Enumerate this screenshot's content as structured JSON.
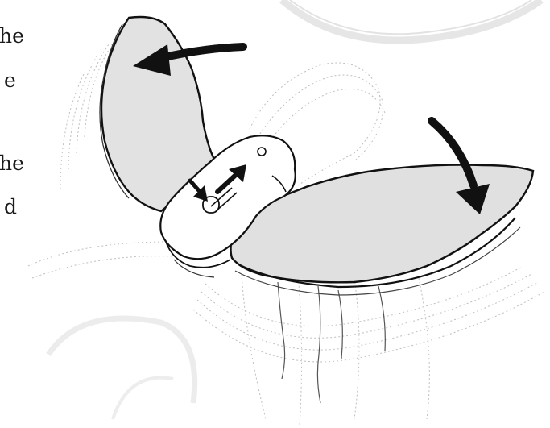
{
  "margin_text": [
    "he",
    "e",
    "he",
    "d"
  ],
  "illustration": {
    "subject": "hinged-lid-opening-illustration",
    "icons": [
      "curved-arrow-left-icon",
      "curved-arrow-down-icon",
      "press-arrow-icon",
      "slide-arrow-icon"
    ]
  },
  "colors": {
    "background": "#ffffff",
    "ink": "#111111",
    "panel_fill": "#e2e2e2",
    "faint_line": "#c8c8c8"
  }
}
